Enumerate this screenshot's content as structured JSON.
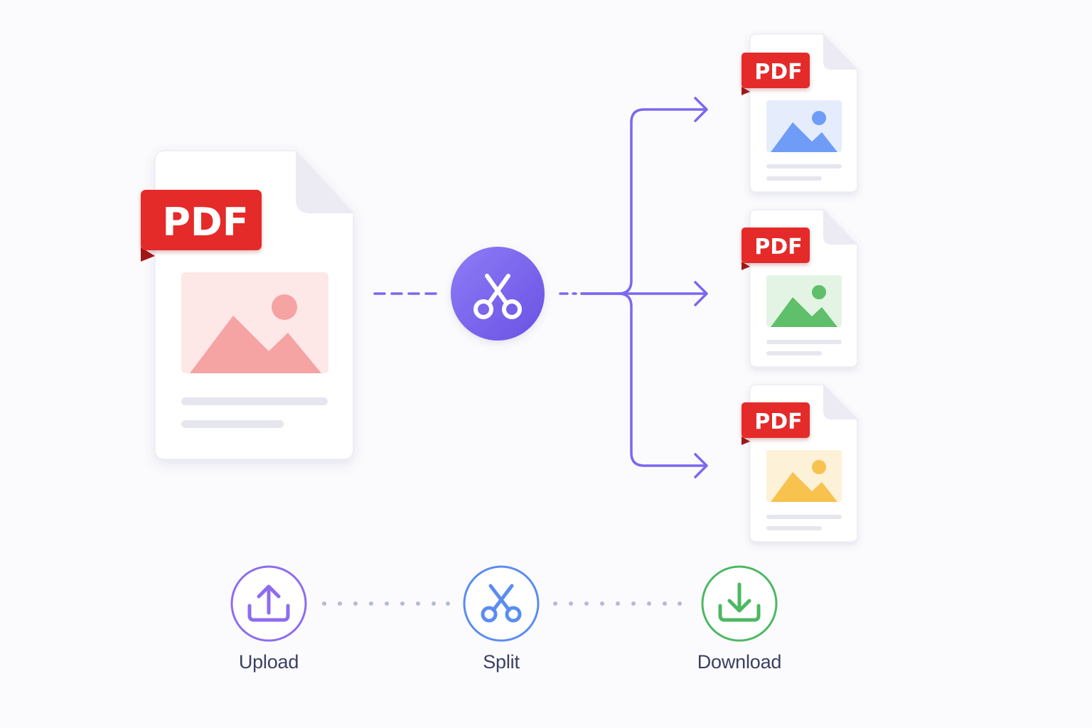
{
  "source_document": {
    "badge": "PDF"
  },
  "split_action": {
    "icon": "scissors-icon"
  },
  "output_documents": [
    {
      "badge": "PDF",
      "image_color": "#6f9cf6",
      "image_bg": "#e5edfd"
    },
    {
      "badge": "PDF",
      "image_color": "#5fbf6a",
      "image_bg": "#e3f4e4"
    },
    {
      "badge": "PDF",
      "image_color": "#f7c24d",
      "image_bg": "#fdf1d8"
    }
  ],
  "steps": [
    {
      "label": "Upload",
      "icon": "upload-icon",
      "color": "#8e6cf0"
    },
    {
      "label": "Split",
      "icon": "scissors-icon",
      "color": "#5a8cf2"
    },
    {
      "label": "Download",
      "icon": "download-icon",
      "color": "#4cb862"
    }
  ],
  "colors": {
    "accent": "#7b68ee",
    "pdf_red": "#e52a2a",
    "source_image": "#f5a3a3",
    "source_image_bg": "#fde7e7"
  }
}
